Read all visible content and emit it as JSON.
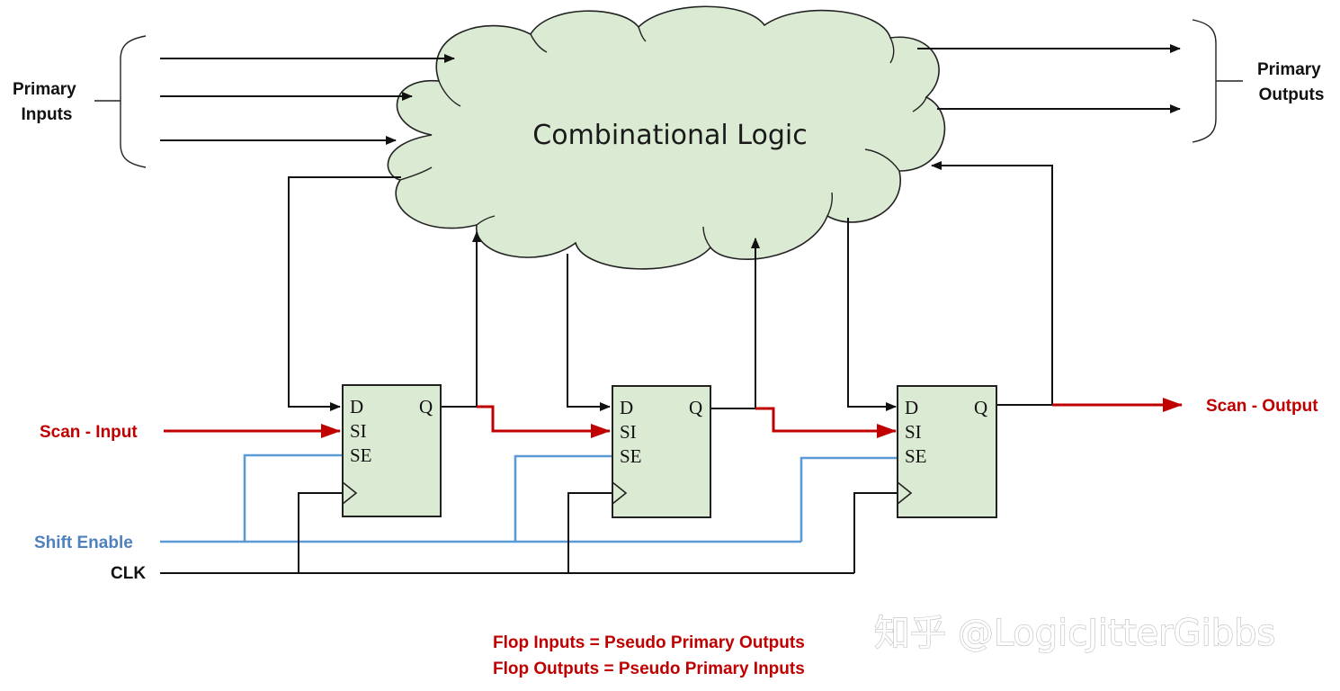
{
  "colors": {
    "wire": "#111111",
    "scan": "#c00000",
    "shift": "#5b9bd5",
    "shift_text": "#4f81bd",
    "cloud_fill": "#dbead3",
    "flop_fill": "#dbead3",
    "stroke": "#222222"
  },
  "labels": {
    "primary_inputs": [
      "Primary",
      "Inputs"
    ],
    "primary_outputs": [
      "Primary",
      "Outputs"
    ],
    "logic": "Combinational Logic",
    "scan_input": "Scan - Input",
    "scan_output": "Scan - Output",
    "shift_enable": "Shift Enable",
    "clk": "CLK",
    "note_line1": "Flop Inputs = Pseudo Primary Outputs",
    "note_line2": "Flop Outputs = Pseudo Primary Inputs",
    "watermark": "知乎 @LogicJitterGibbs"
  },
  "flops": [
    {
      "pins": {
        "d": "D",
        "si": "SI",
        "se": "SE",
        "q": "Q"
      }
    },
    {
      "pins": {
        "d": "D",
        "si": "SI",
        "se": "SE",
        "q": "Q"
      }
    },
    {
      "pins": {
        "d": "D",
        "si": "SI",
        "se": "SE",
        "q": "Q"
      }
    }
  ]
}
